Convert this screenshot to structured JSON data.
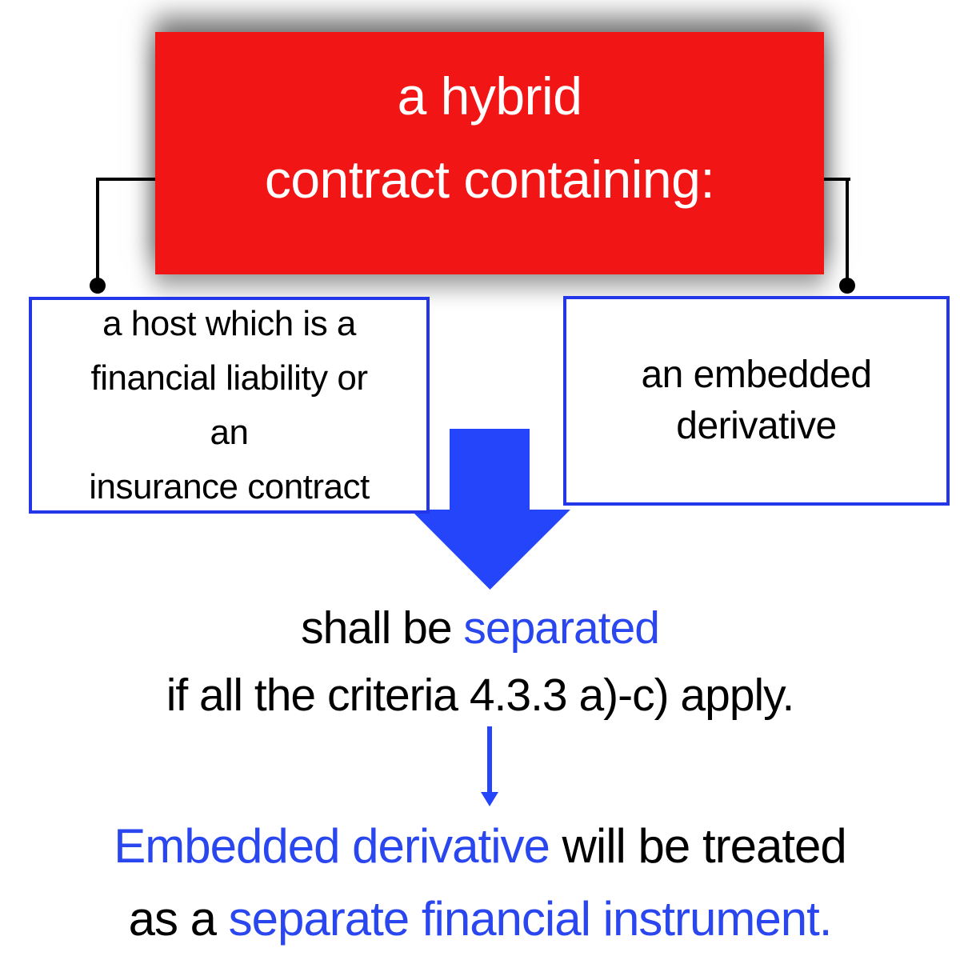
{
  "colors": {
    "node_red": "#f21515",
    "box_border_blue": "#2337e8",
    "arrow_blue": "#2545fa",
    "text_blue": "#2a46ef",
    "text_black": "#000000",
    "text_white": "#ffffff",
    "background": "#ffffff"
  },
  "root_node": {
    "line1": "a hybrid",
    "line2": "contract containing:"
  },
  "host_node": {
    "lines": [
      "a host which is a",
      "financial liability or",
      "an",
      "insurance contract"
    ]
  },
  "embedded_node": {
    "lines": [
      "an embedded",
      "derivative"
    ]
  },
  "middle_statement": {
    "shall_be": "shall be ",
    "separated": "separated",
    "criteria_line": "if all the criteria 4.3.3 a)-c) apply."
  },
  "conclusion": {
    "blue_lead": "Embedded derivative",
    "black_tail": " will be treated",
    "black_lead": "as a ",
    "blue_tail": "separate financial instrument."
  }
}
